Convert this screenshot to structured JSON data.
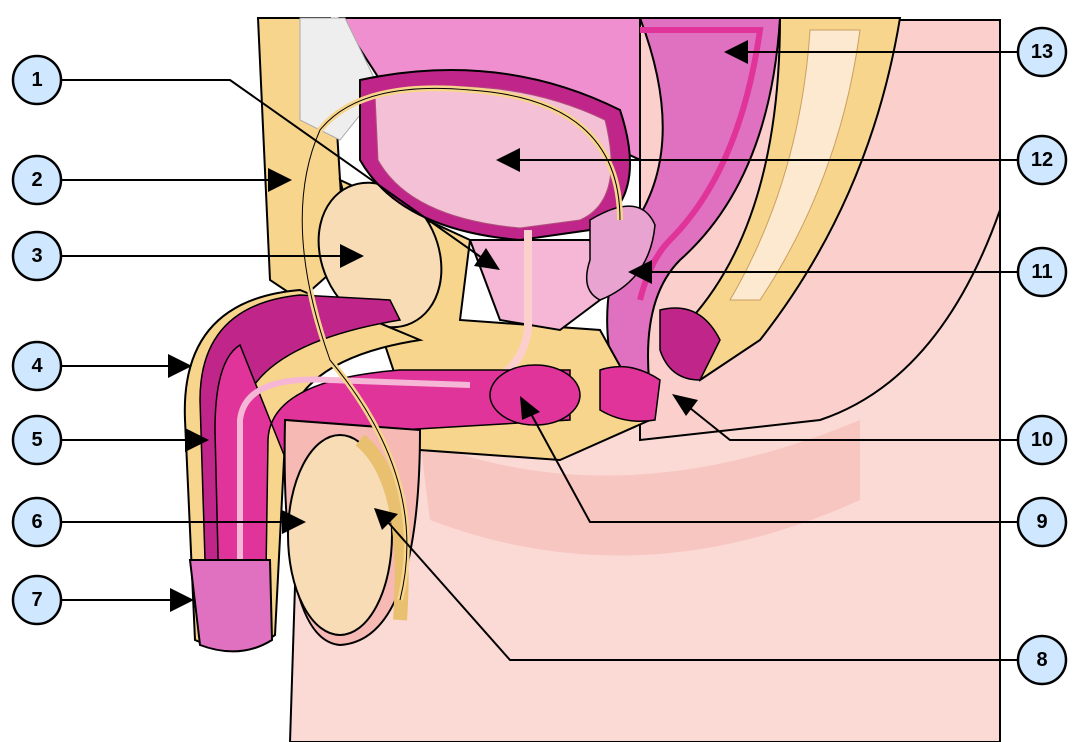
{
  "labels": [
    {
      "id": "1",
      "text": "1"
    },
    {
      "id": "2",
      "text": "2"
    },
    {
      "id": "3",
      "text": "3"
    },
    {
      "id": "4",
      "text": "4"
    },
    {
      "id": "5",
      "text": "5"
    },
    {
      "id": "6",
      "text": "6"
    },
    {
      "id": "7",
      "text": "7"
    },
    {
      "id": "8",
      "text": "8"
    },
    {
      "id": "9",
      "text": "9"
    },
    {
      "id": "10",
      "text": "10"
    },
    {
      "id": "11",
      "text": "11"
    },
    {
      "id": "12",
      "text": "12"
    },
    {
      "id": "13",
      "text": "13"
    }
  ],
  "colors": {
    "skin": "#fbd9d5",
    "skin_dark": "#f6b9b4",
    "fat": "#f7d58c",
    "fat_dark": "#e8c070",
    "magenta": "#e0349a",
    "magenta_light": "#f08fcf",
    "pink_tissue": "#f6b6d6",
    "bladder": "#f3c0d6",
    "rectum": "#e070c0",
    "testis": "#f8dcb5",
    "outline": "#000000",
    "label_fill": "#cfe8ff"
  }
}
